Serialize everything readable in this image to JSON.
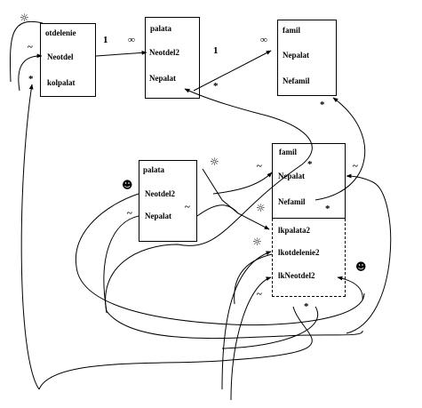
{
  "entities": {
    "otdelenie": {
      "title": "otdelenie",
      "field1": "Neotdel",
      "field2": "kolpalat"
    },
    "palata_top": {
      "title": "palata",
      "field1": "Neotdel2",
      "field2": "Nepalat"
    },
    "famil_top": {
      "title": "famil",
      "field1": "Nepalat",
      "field2": "Nefamil"
    },
    "palata_mid": {
      "title": "palata",
      "field1": "Neotdel2",
      "field2": "Nepalat"
    },
    "famil_mid": {
      "title": "famil",
      "field1": "Nepalat",
      "field2": "Nefamil"
    },
    "link": {
      "field1": "lkpalata2",
      "field2": "lkotdelenie2",
      "field3": "lkNeotdel2"
    }
  },
  "marks": {
    "one": "1",
    "infinity": "∞",
    "many": "*",
    "tilde": "~",
    "sun": "☼",
    "circle": "☻"
  },
  "colors": {
    "ink": "#000000",
    "background": "#ffffff"
  }
}
